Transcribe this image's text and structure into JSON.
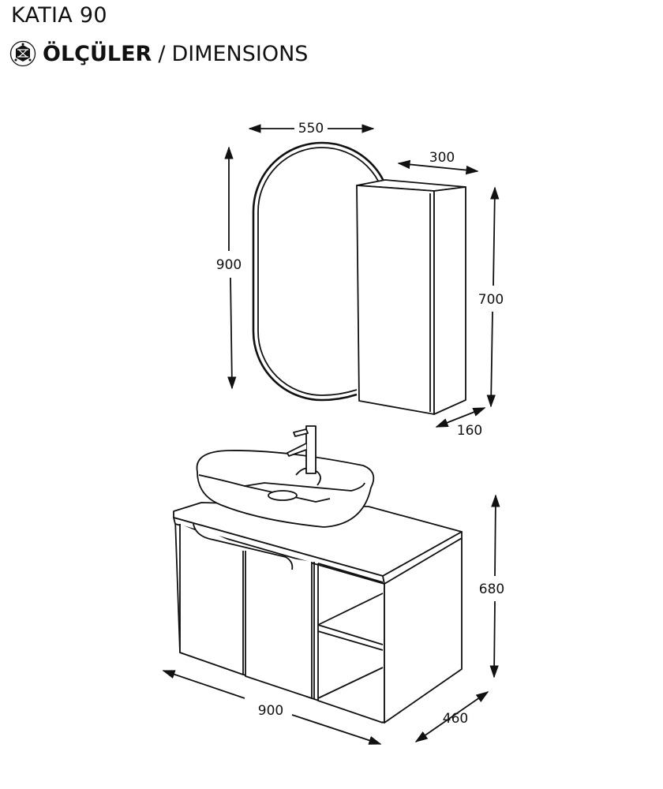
{
  "header": {
    "product_name": "KATIA 90",
    "section_title_tr": "ÖLÇÜLER",
    "separator": "/",
    "section_title_en": "DIMENSIONS",
    "icon": "dimensions-cube-icon"
  },
  "dimensions": {
    "mirror_width": "550",
    "mirror_height": "900",
    "cabinet_width": "300",
    "cabinet_height": "700",
    "cabinet_depth": "160",
    "vanity_height": "680",
    "vanity_width": "900",
    "vanity_depth": "460"
  },
  "colors": {
    "line": "#111111",
    "background": "#ffffff"
  }
}
